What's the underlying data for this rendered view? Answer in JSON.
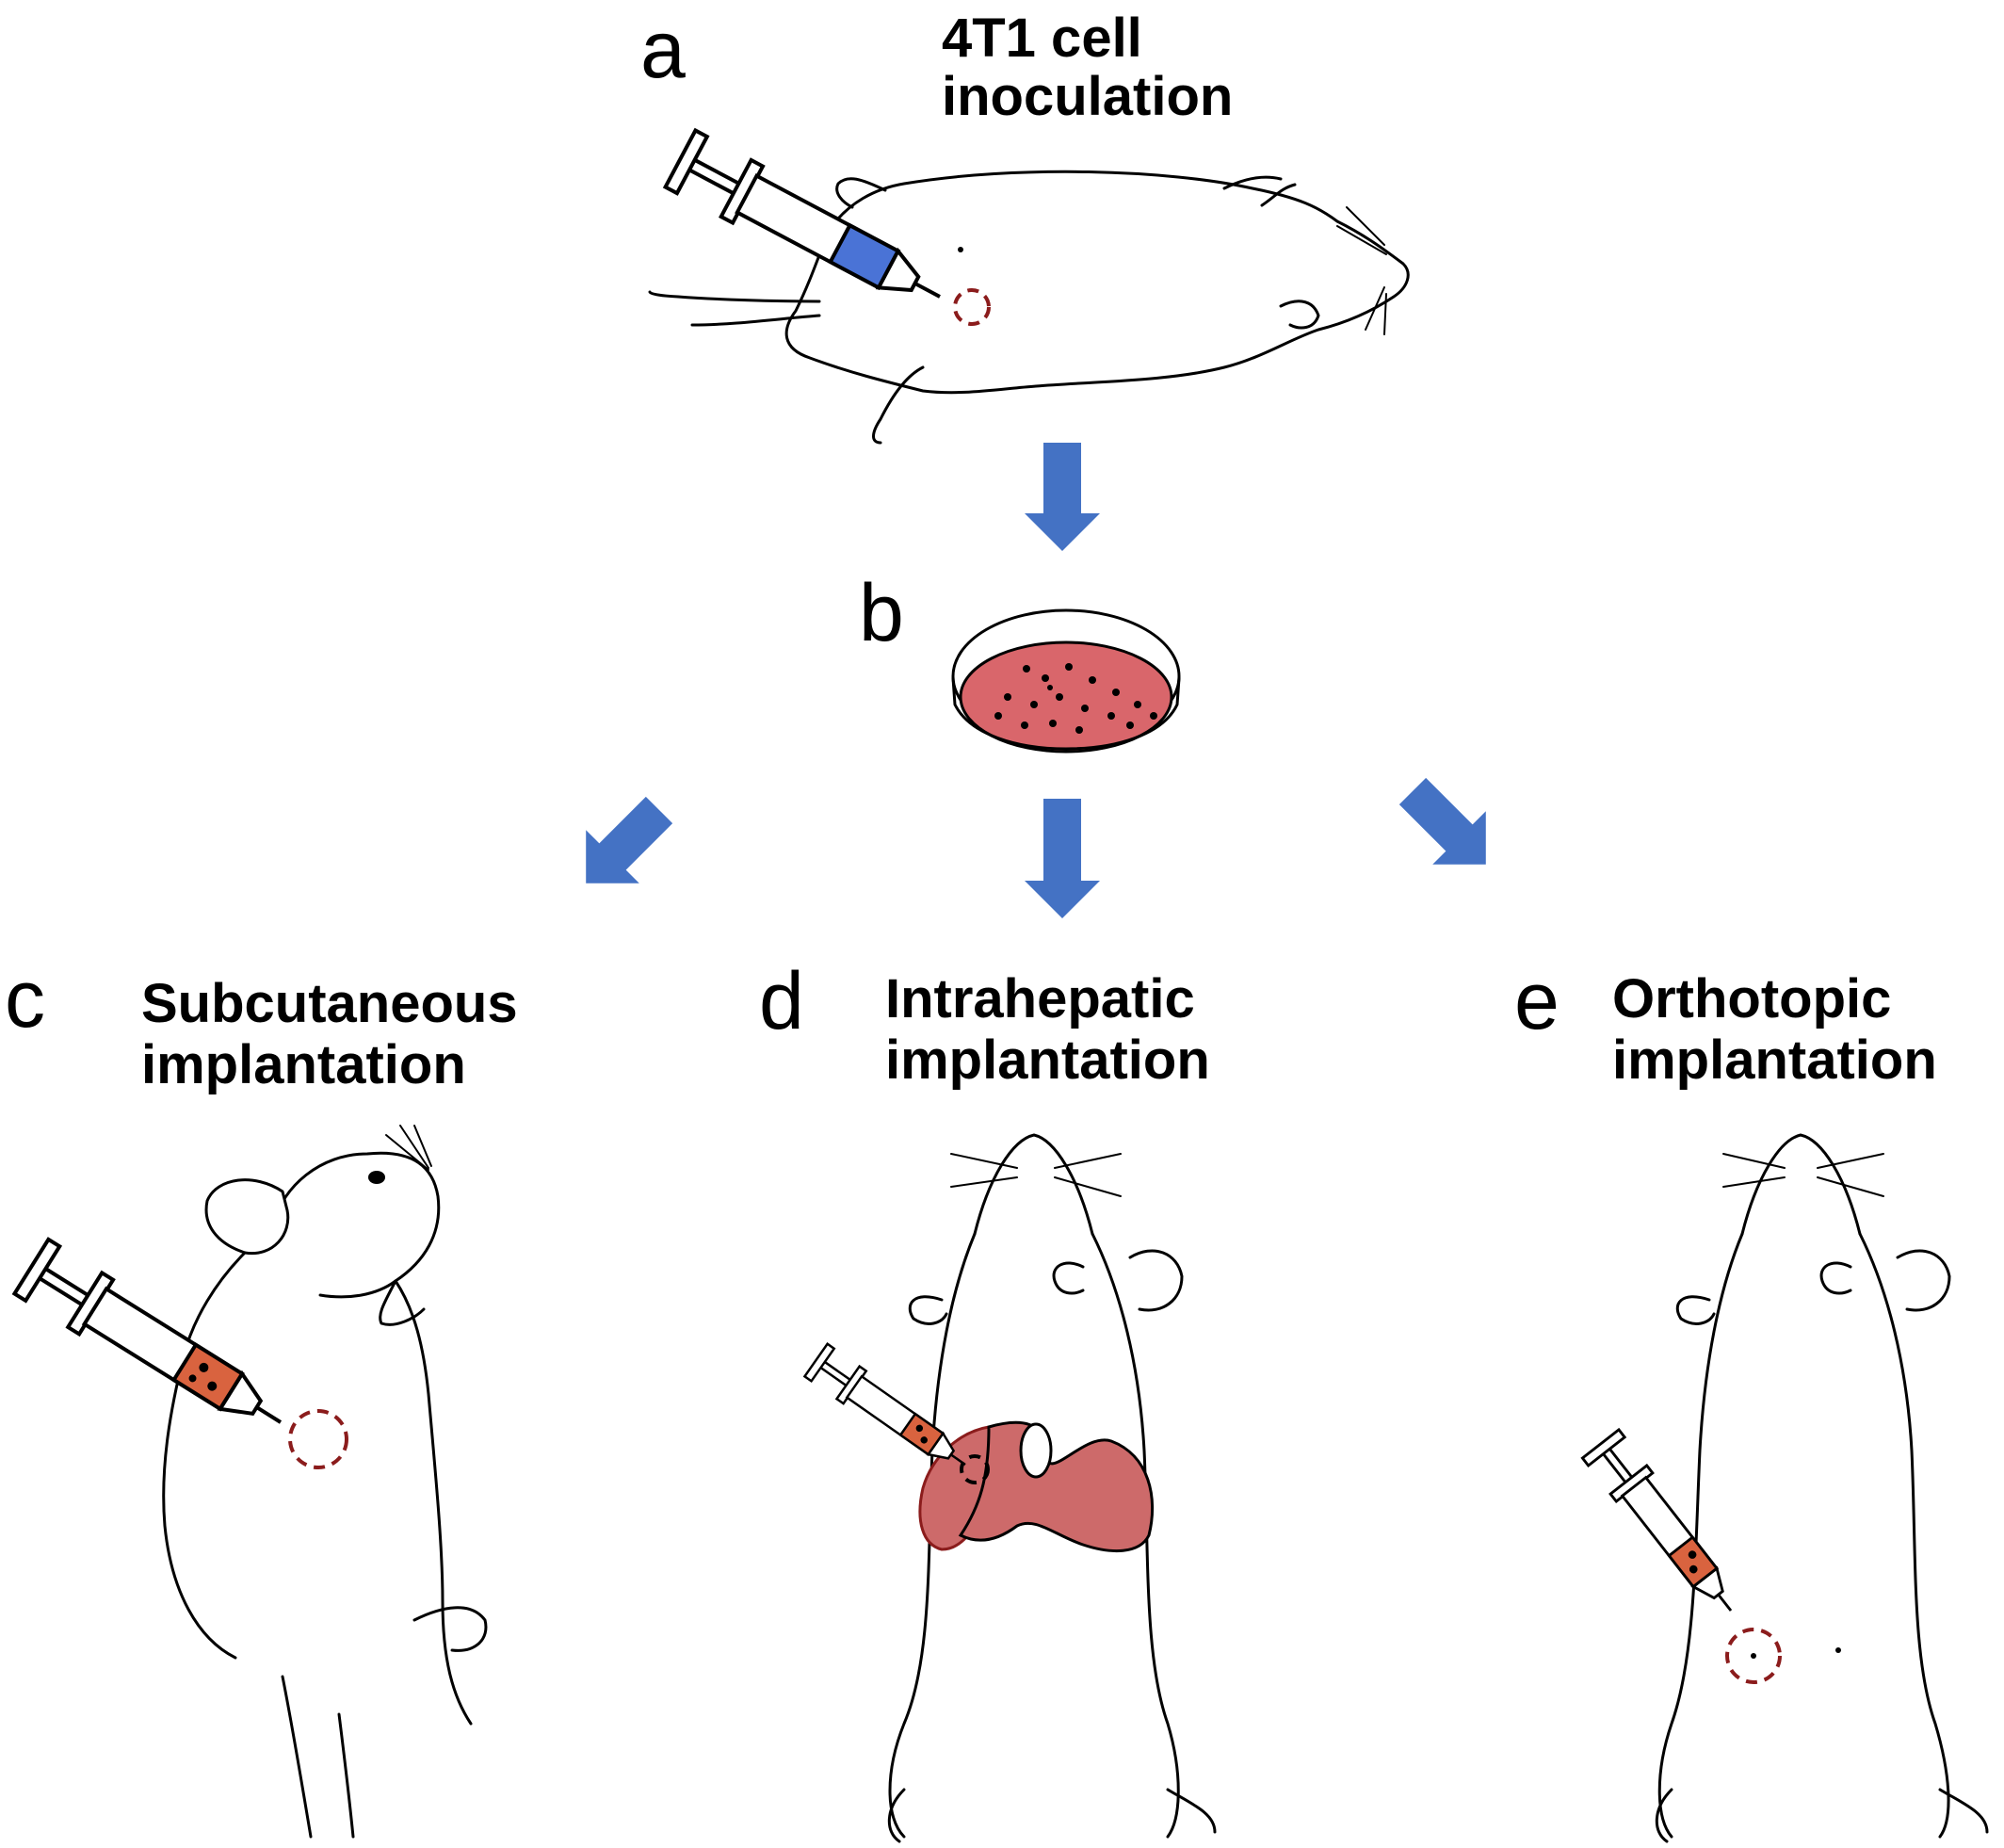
{
  "panels": {
    "a": {
      "letter": "a",
      "title_line1": "4T1 cell",
      "title_line2": "inoculation"
    },
    "b": {
      "letter": "b"
    },
    "c": {
      "letter": "c",
      "title_line1": "Subcutaneous",
      "title_line2": "implantation"
    },
    "d": {
      "letter": "d",
      "title_line1": "Intrahepatic",
      "title_line2": "implantation"
    },
    "e": {
      "letter": "e",
      "title_line1": "Orthotopic",
      "title_line2": "implantation"
    }
  },
  "colors": {
    "arrow": "#4472c4",
    "syringe_blue": "#4a73d6",
    "cell_red": "#d9633f",
    "liver": "#cd6a6a",
    "dish_medium": "#d9666b",
    "target_ring": "#8b1c1c"
  },
  "icons": {
    "arrow": "block-arrow-icon",
    "syringe": "syringe-icon",
    "mouse": "mouse-illustration",
    "petri_dish": "petri-dish-icon"
  }
}
